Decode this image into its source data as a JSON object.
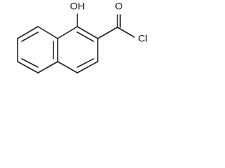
{
  "structure": {
    "atoms": {
      "hydroxyl": "OH",
      "carbonyl_oxygen": "O",
      "chlorine": "Cl"
    }
  },
  "colors": {
    "bond": "#222222",
    "background": "#ffffff"
  }
}
